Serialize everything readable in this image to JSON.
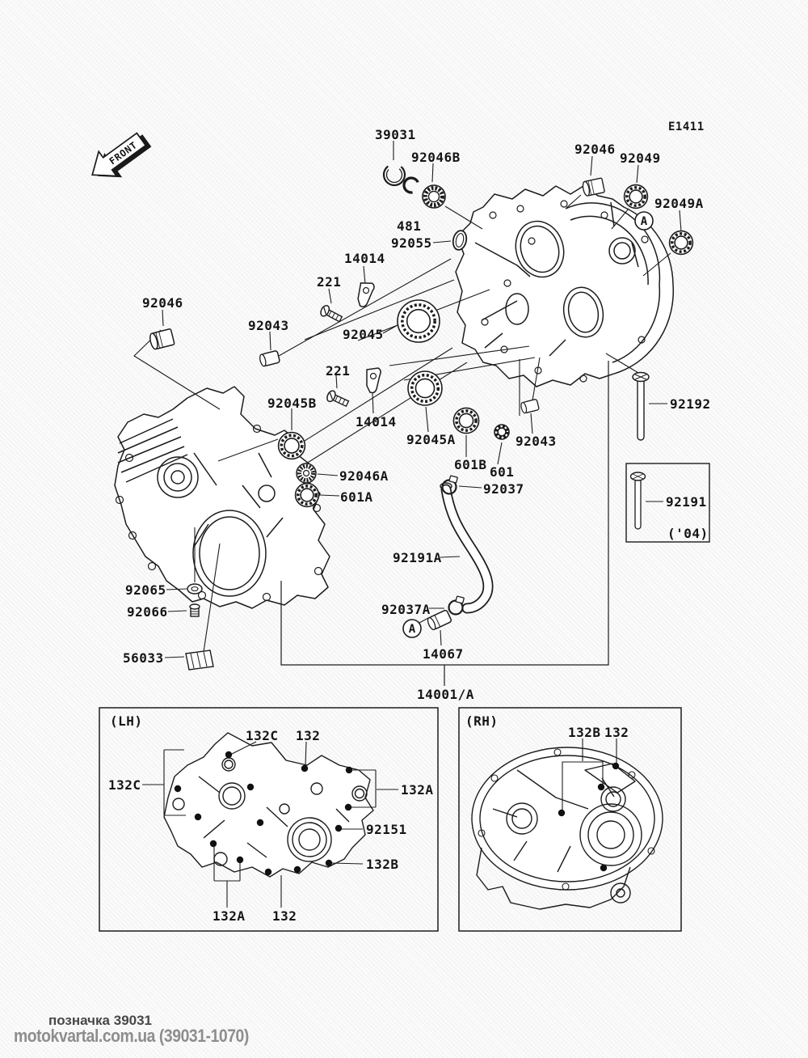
{
  "labels": {
    "front": "FRONT",
    "e1411": "E1411",
    "39031": "39031",
    "92046b": "92046B",
    "92046_top": "92046",
    "92049": "92049",
    "92049a": "92049A",
    "481": "481",
    "92055": "92055",
    "14014_a": "14014",
    "221_a": "221",
    "92046_left": "92046",
    "92043_a": "92043",
    "92045": "92045",
    "221_b": "221",
    "92045b": "92045B",
    "14014_b": "14014",
    "92045a": "92045A",
    "92043_b": "92043",
    "601b": "601B",
    "601": "601",
    "92037": "92037",
    "92046a": "92046A",
    "601a": "601A",
    "92192": "92192",
    "92191": "92191",
    "year_04": "('04)",
    "92191a": "92191A",
    "92065": "92065",
    "92066": "92066",
    "92037a": "92037A",
    "14067": "14067",
    "56033": "56033",
    "14001a": "14001/A",
    "badge_a": "A",
    "lh": "(LH)",
    "rh": "(RH)",
    "132c_top": "132C",
    "132_top": "132",
    "132c_left": "132C",
    "132a_right": "132A",
    "92151": "92151",
    "132b_lh": "132B",
    "132a_bottom": "132A",
    "132_bottom": "132",
    "132b_rh": "132B",
    "132_rh": "132"
  },
  "footer": {
    "line1": "позначка 39031",
    "line2": "motokvartal.com.ua (39031-1070)"
  },
  "colors": {
    "ink": "#1c1c1c",
    "watermark": "#8d8d8d"
  }
}
